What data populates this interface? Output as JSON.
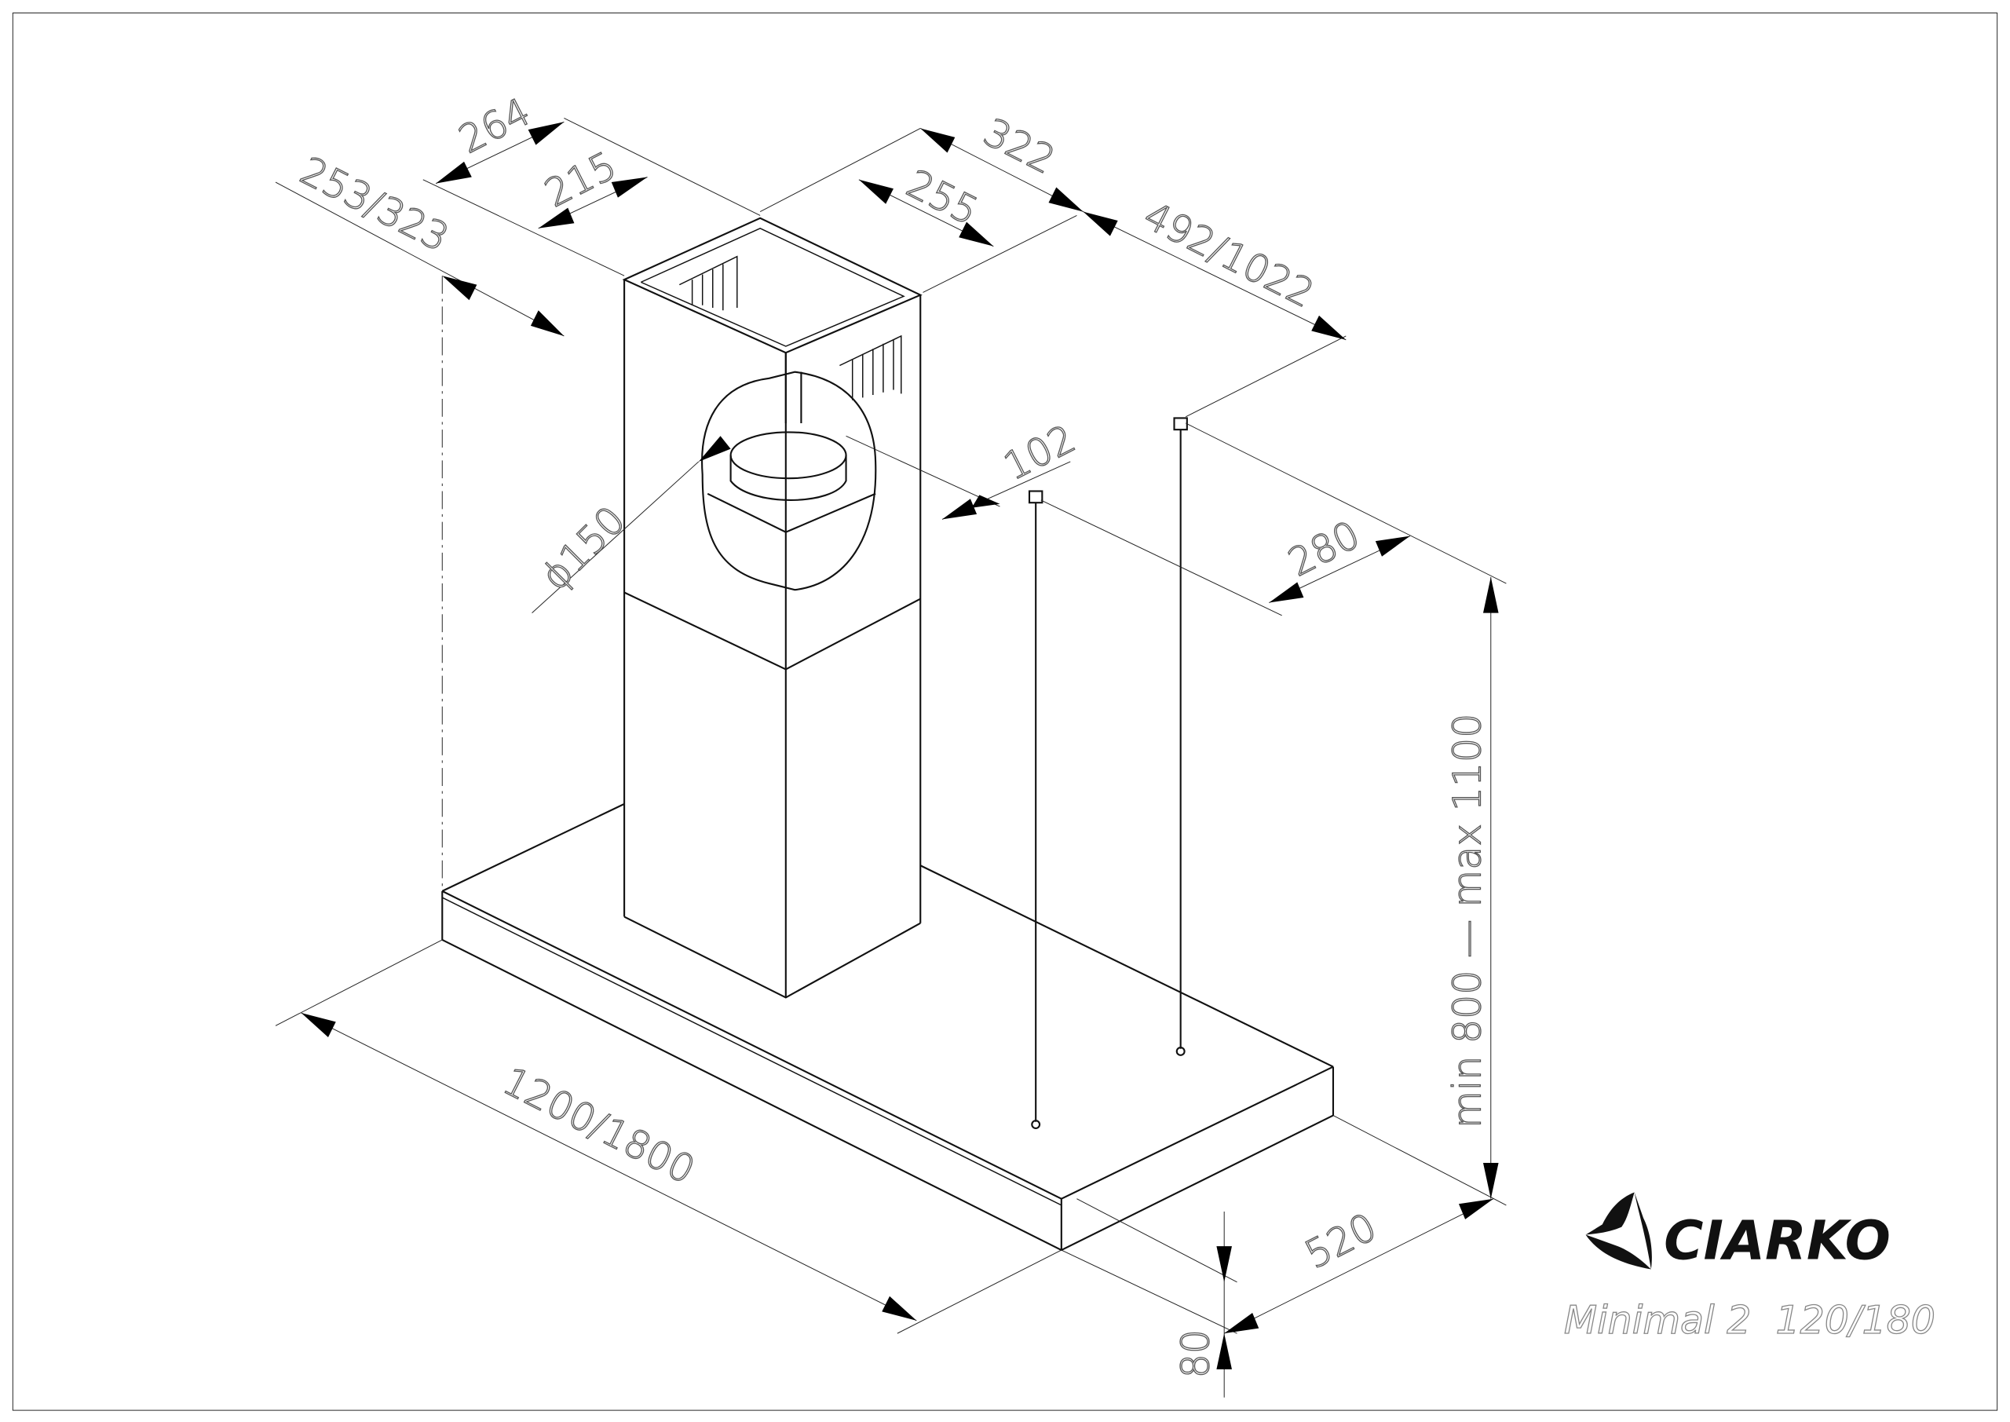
{
  "drawing": {
    "brand": "CIARKO",
    "model": "Minimal 2  120/180",
    "dimensions": {
      "chimney_outer_depth": "264",
      "chimney_inner_depth": "215",
      "chimney_setback": "253/323",
      "chimney_outer_width": "322",
      "chimney_inner_width": "255",
      "chimney_height": "492/1022",
      "outlet_offset": "102",
      "outlet_diameter": "ϕ150",
      "rod_spacing": "280",
      "mount_height": "min 800  —  max 1100",
      "hood_width": "1200/1800",
      "hood_depth": "520",
      "hood_thickness": "80"
    }
  }
}
